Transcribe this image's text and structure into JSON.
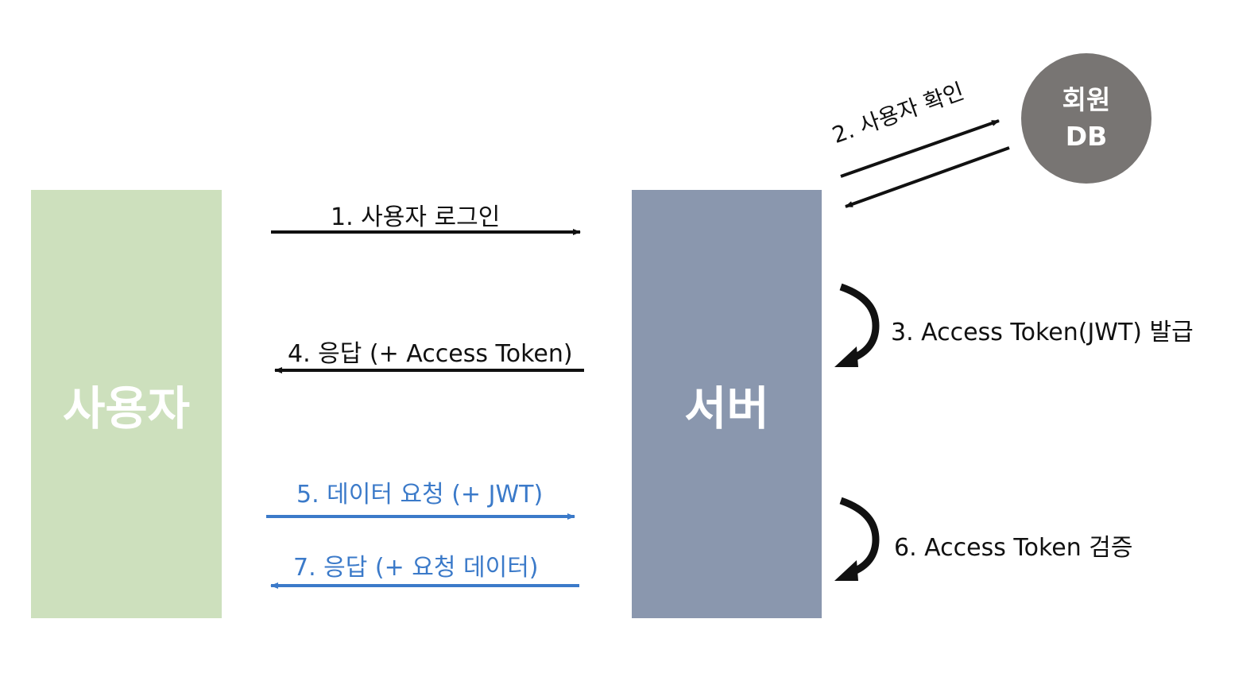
{
  "nodes": {
    "user": "사용자",
    "server": "서버",
    "db_line1": "회원",
    "db_line2": "DB"
  },
  "steps": {
    "step1": "1. 사용자 로그인",
    "step2": "2. 사용자 확인",
    "step3": "3. Access Token(JWT) 발급",
    "step4": "4. 응답 (+ Access Token)",
    "step5": "5. 데이터 요청 (+ JWT)",
    "step6": "6. Access Token 검증",
    "step7": "7. 응답 (+ 요청 데이터)"
  },
  "colors": {
    "user_box": "#cde0bd",
    "server_box": "#8a97ae",
    "db_circle": "#787573",
    "arrow_black": "#111111",
    "arrow_blue": "#3b7ac9"
  }
}
